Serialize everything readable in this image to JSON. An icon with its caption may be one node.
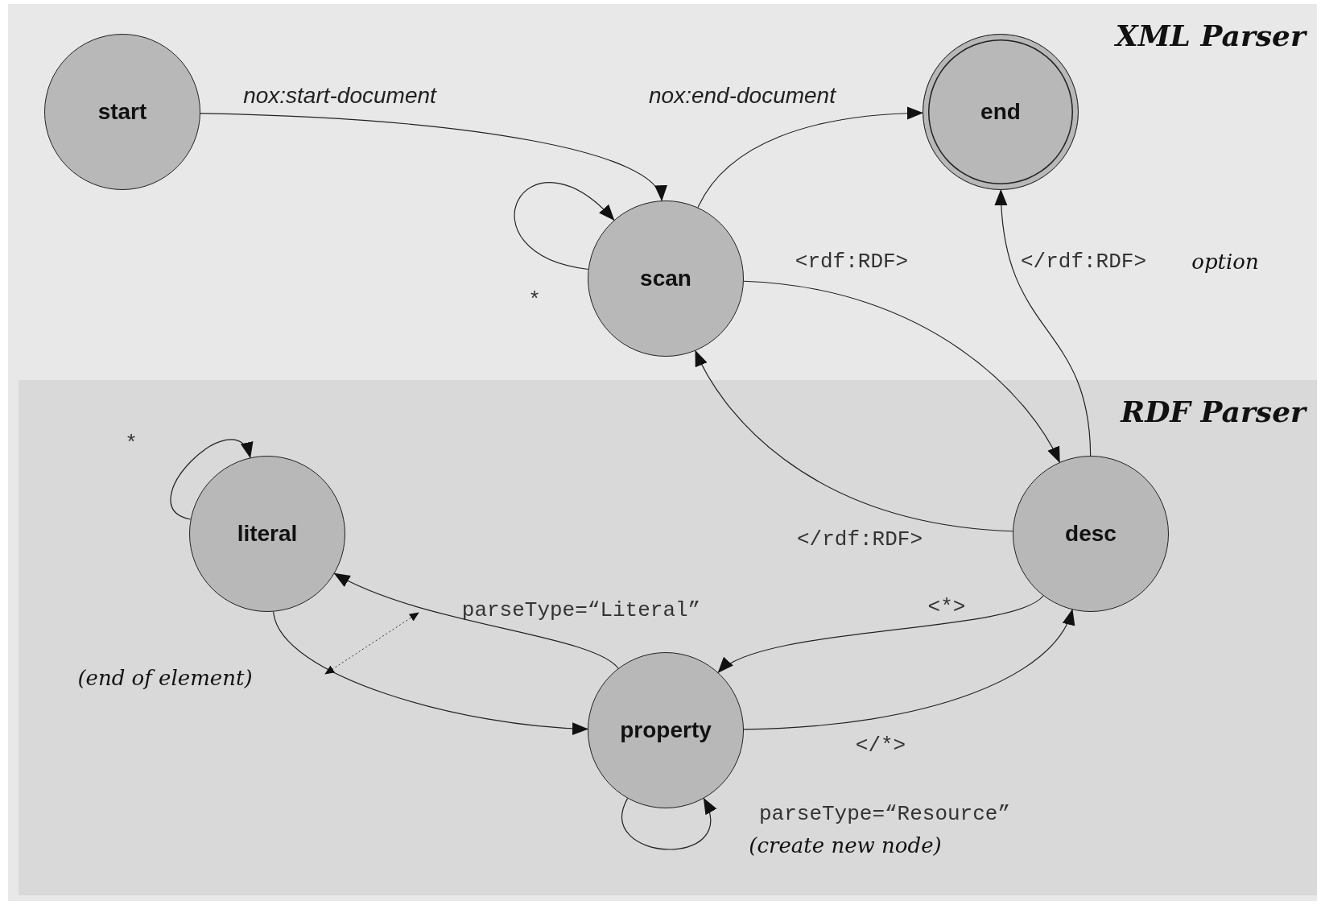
{
  "diagram": {
    "nodes": [
      {
        "text": [
          "XML Parser"
        ]
      },
      {
        "text": [
          "start"
        ],
        "in": 0
      },
      {
        "text": [
          "end"
        ],
        "in": 0
      },
      {
        "text": [
          "scan"
        ],
        "in": 0
      },
      {
        "text": [
          "RDF Parser"
        ],
        "in": 0
      },
      {
        "text": [
          "literal"
        ],
        "in": 4
      },
      {
        "text": [
          "desc"
        ],
        "in": 4
      },
      {
        "text": [
          "property"
        ],
        "in": 4
      }
    ],
    "edges": [
      {
        "from": 1,
        "to": 3,
        "arrow": "to",
        "label": "nox:start-document"
      },
      {
        "from": 3,
        "to": 3,
        "arrow": "to",
        "label": "*"
      },
      {
        "from": 3,
        "to": 2,
        "arrow": "to",
        "label": "nox:end-document"
      },
      {
        "from": 3,
        "to": 6,
        "arrow": "to",
        "label": "<rdf:RDF>"
      },
      {
        "from": 6,
        "to": 3,
        "arrow": "to",
        "label": "</rdf:RDF>"
      },
      {
        "from": 6,
        "to": 2,
        "arrow": "to",
        "label": "</rdf:RDF>"
      },
      {
        "from": 6,
        "to": 7,
        "arrow": "to",
        "label": "<*>"
      },
      {
        "from": 7,
        "to": 6,
        "arrow": "to",
        "label": "</*>"
      },
      {
        "from": 7,
        "to": 5,
        "arrow": "to",
        "label": "parseType=“Literal”"
      },
      {
        "from": 5,
        "to": 7,
        "arrow": "to",
        "label": "(end of element)"
      },
      {
        "from": 5,
        "to": 5,
        "arrow": "to",
        "label": "*"
      },
      {
        "from": 7,
        "to": 7,
        "arrow": "to",
        "label": "parseType=“Resource”"
      }
    ],
    "labels": [
      "option",
      "(create new node)"
    ]
  }
}
